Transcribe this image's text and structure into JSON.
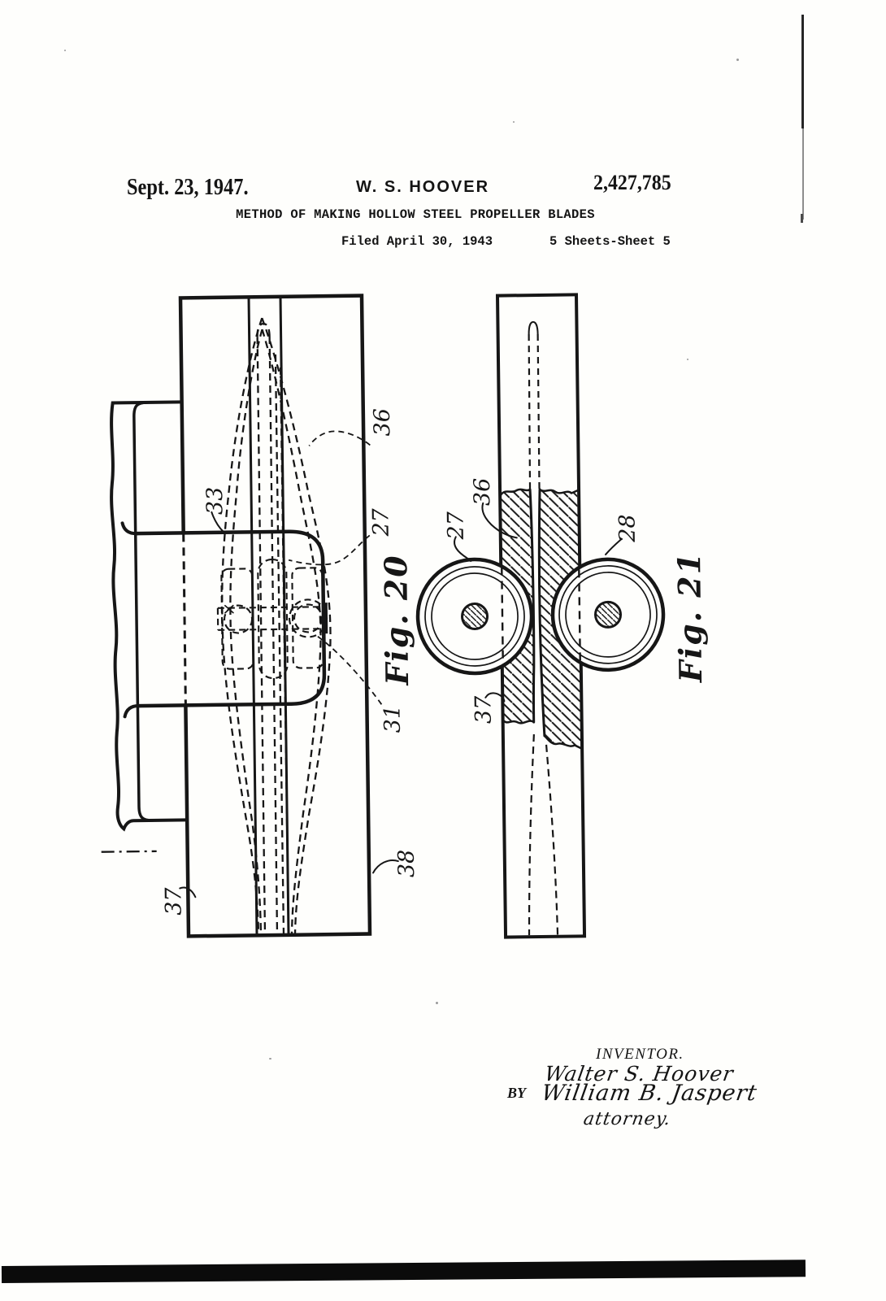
{
  "header": {
    "date": "Sept. 23, 1947.",
    "author": "W. S. HOOVER",
    "patent_number": "2,427,785",
    "title": "METHOD OF MAKING HOLLOW STEEL PROPELLER BLADES",
    "filed": "Filed April 30, 1943",
    "sheet": "5 Sheets-Sheet 5"
  },
  "fig20": {
    "caption": "Fig. 20",
    "ref36": "36",
    "ref27": "27",
    "ref33": "33",
    "ref31": "31",
    "ref37": "37",
    "ref38": "38"
  },
  "fig21": {
    "caption": "Fig. 21",
    "ref27": "27",
    "ref36": "36",
    "ref28": "28",
    "ref37": "37"
  },
  "signature": {
    "heading": "INVENTOR.",
    "inventor": "Walter S. Hoover",
    "by": "BY",
    "attorney": "William B. Jaspert",
    "attorney_title": "attorney."
  },
  "colors": {
    "ink": "#161616",
    "paper": "#fefefc",
    "scan_bar": "#0b0b0b"
  }
}
